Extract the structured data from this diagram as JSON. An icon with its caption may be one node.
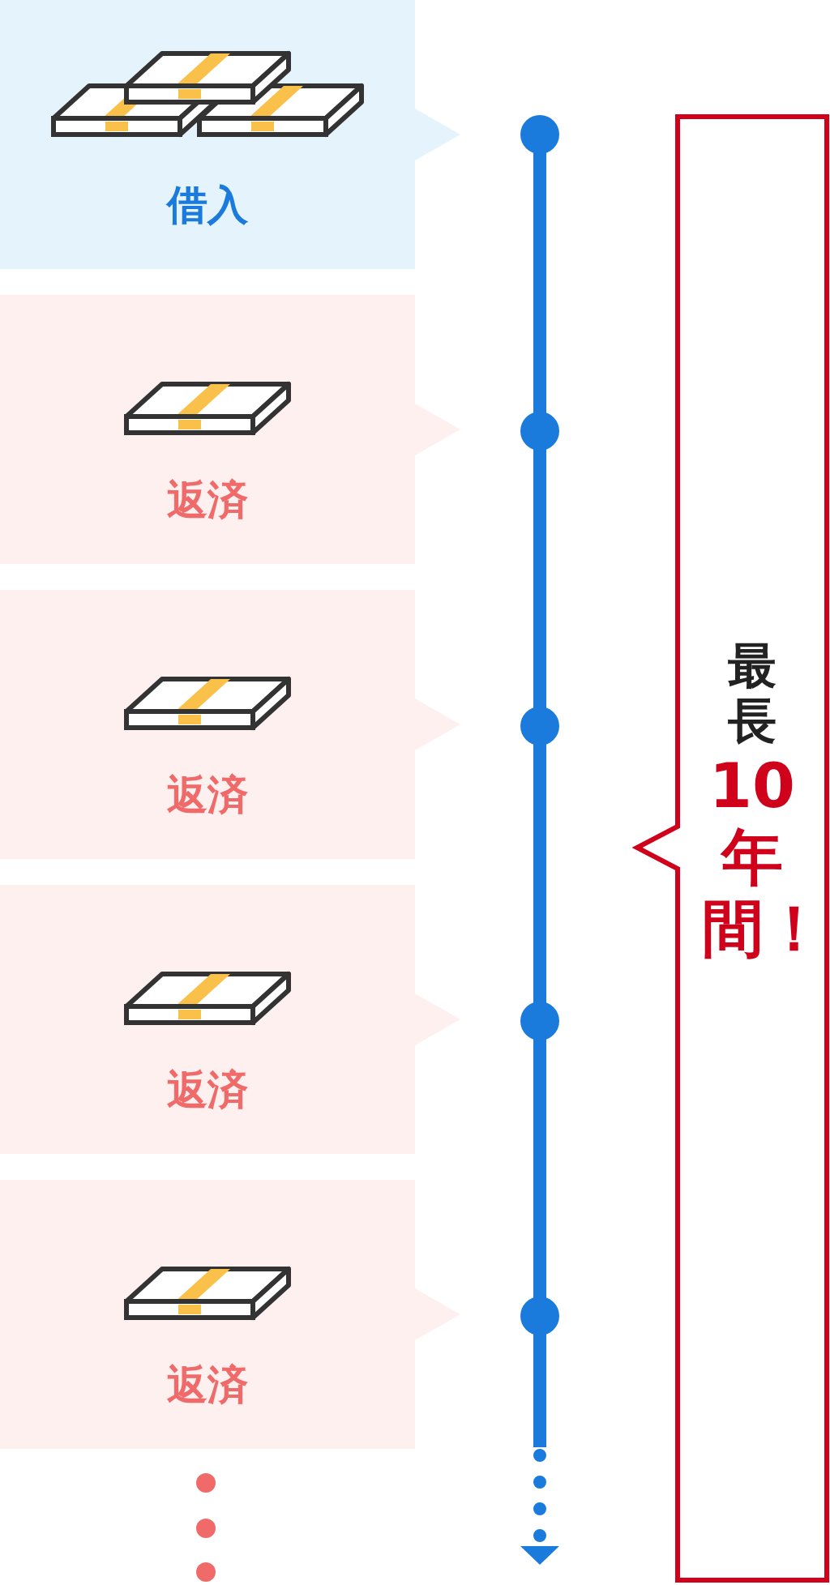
{
  "diagram": {
    "nodes": [
      {
        "text": [
          "借入"
        ]
      },
      {
        "text": [
          "返済"
        ]
      },
      {
        "text": [
          "返済"
        ]
      },
      {
        "text": [
          "返済"
        ]
      },
      {
        "text": [
          "返済"
        ]
      },
      {
        "text": [
          "最長",
          "10年間！"
        ]
      }
    ]
  }
}
